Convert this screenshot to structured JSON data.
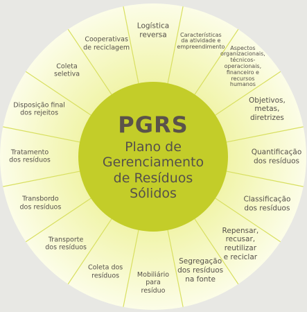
{
  "center": {
    "title": "PGRS",
    "subtitle": "Plano de\nGerenciamento\nde Resíduos\nSólidos"
  },
  "colors": {
    "background": "#e8e8e4",
    "ring_outer": "#fcfde8",
    "ring_inner": "#eef29a",
    "center_fill": "#c3cd29",
    "divider": "#d8df60",
    "text": "#55504a"
  },
  "segments": [
    {
      "id": "logistica",
      "label": "Logística\nreversa",
      "size": "fs12"
    },
    {
      "id": "caracteristicas",
      "label": "Características\nda atividade e\nempreendimento",
      "size": "fs8"
    },
    {
      "id": "aspectos",
      "label": "Aspectos\norganizacionais,\ntécnicos-\noperacionais,\nfinanceiro e\nrecursos\nhumanos",
      "size": "fs8"
    },
    {
      "id": "objetivos",
      "label": "Objetivos,\nmetas,\ndiretrizes",
      "size": "fs12"
    },
    {
      "id": "quantificacao",
      "label": "Quantificação\ndos resíduos",
      "size": "fs12"
    },
    {
      "id": "classificacao",
      "label": "Classificação\ndos resíduos",
      "size": "fs12"
    },
    {
      "id": "repensar",
      "label": "Repensar,\nrecusar,\nreutilizar\ne reciclar",
      "size": "fs12"
    },
    {
      "id": "segregacao",
      "label": "Segregação\ndos resíduos\nna fonte",
      "size": "fs12"
    },
    {
      "id": "mobiliario",
      "label": "Mobiliário\npara\nresíduo",
      "size": "fs11"
    },
    {
      "id": "coleta-residuos",
      "label": "Coleta dos\nresíduos",
      "size": "fs11"
    },
    {
      "id": "transporte",
      "label": "Transporte\ndos resíduos",
      "size": "fs11"
    },
    {
      "id": "transbordo",
      "label": "Transbordo\ndos resíduos",
      "size": "fs11"
    },
    {
      "id": "tratamento",
      "label": "Tratamento\ndos resíduos",
      "size": "fs11"
    },
    {
      "id": "disposicao",
      "label": "Disposição final\ndos rejeitos",
      "size": "fs11"
    },
    {
      "id": "coleta-seletiva",
      "label": "Coleta\nseletiva",
      "size": "fs11"
    },
    {
      "id": "cooperativas",
      "label": "Cooperativas\nde reciclagem",
      "size": "fs11"
    }
  ]
}
